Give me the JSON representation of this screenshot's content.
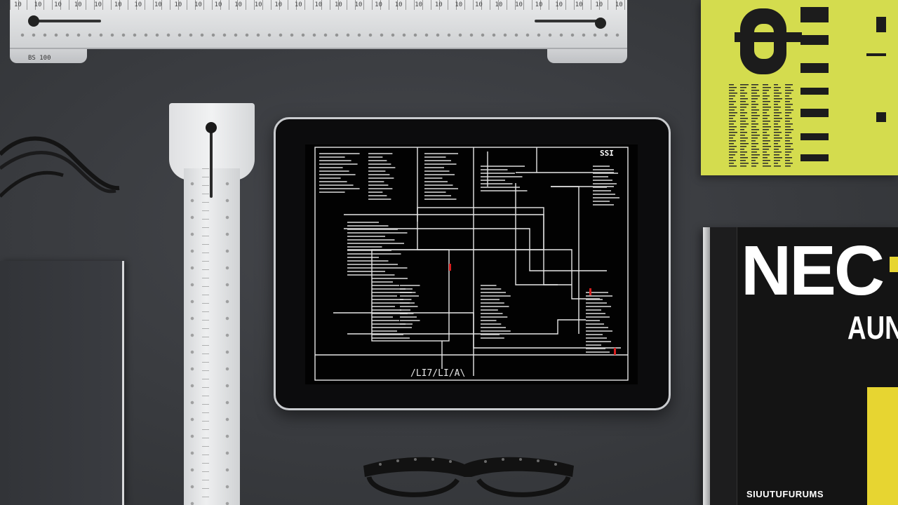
{
  "scene": {
    "background_color": "#3a3c40",
    "objects": [
      "ruler-horizontal",
      "ruler-vertical",
      "cable",
      "notebook",
      "tablet",
      "glasses",
      "yellow-booklet",
      "nec-book"
    ]
  },
  "top_ruler": {
    "numbers": [
      "10",
      "10",
      "10",
      "10",
      "10",
      "10",
      "10",
      "10",
      "10",
      "10",
      "10",
      "10",
      "10",
      "10",
      "10",
      "10",
      "10",
      "10",
      "10",
      "10",
      "10",
      "10",
      "10",
      "10",
      "10",
      "10",
      "10",
      "10",
      "10",
      "10",
      "10"
    ],
    "tab_label": "BS    100"
  },
  "tablet": {
    "screen_label": "SSI",
    "screen_caption": "/LI7/LI/A\\",
    "accent_color": "#d81e1e"
  },
  "booklet": {
    "color": "#d4dc4e"
  },
  "book": {
    "title": "NEC",
    "subtitle": "AUN",
    "footer": "SIUUTUFURUMS",
    "accent_color": "#e7d531"
  }
}
